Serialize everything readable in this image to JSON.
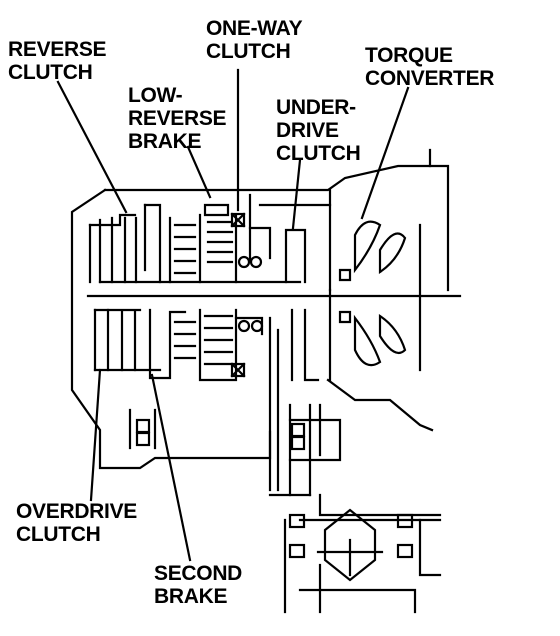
{
  "labels": {
    "reverse_clutch": [
      "REVERSE",
      "CLUTCH"
    ],
    "one_way_clutch": [
      "ONE-WAY",
      "CLUTCH"
    ],
    "torque_converter": [
      "TORQUE",
      "CONVERTER"
    ],
    "low_reverse_brake": [
      "LOW-",
      "REVERSE",
      "BRAKE"
    ],
    "underdrive_clutch": [
      "UNDER-",
      "DRIVE",
      "CLUTCH"
    ],
    "overdrive_clutch": [
      "OVERDRIVE",
      "CLUTCH"
    ],
    "second_brake": [
      "SECOND",
      "BRAKE"
    ]
  }
}
